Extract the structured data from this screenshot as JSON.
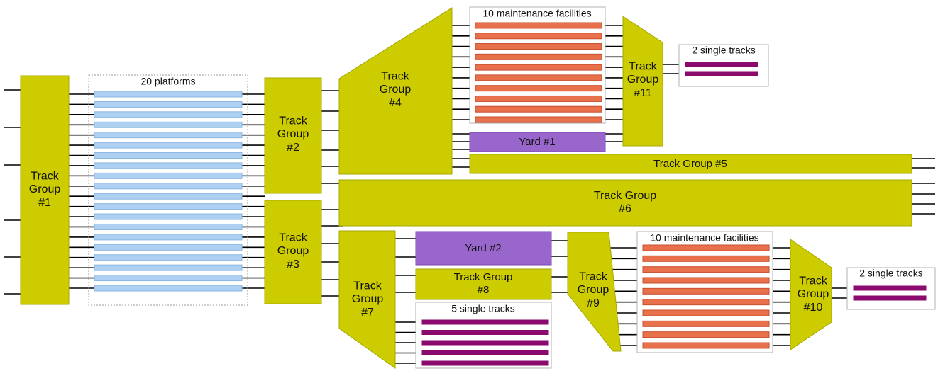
{
  "colors": {
    "track_group": "#cccc00",
    "track_group_border": "#a8a800",
    "platform": "#aed0f2",
    "platform_border": "#8bb7e2",
    "maintenance": "#e8704a",
    "maintenance_border": "#c85030",
    "yard": "#9966cc",
    "yard_border": "#7a48b0",
    "single_track": "#8a0a6e",
    "line": "#000000",
    "box_border": "#b0b0b0",
    "dotted_border": "#999999"
  },
  "track_groups": {
    "tg1": [
      "Track",
      "Group",
      "#1"
    ],
    "tg2": [
      "Track",
      "Group",
      "#2"
    ],
    "tg3": [
      "Track",
      "Group",
      "#3"
    ],
    "tg4": [
      "Track",
      "Group",
      "#4"
    ],
    "tg5": [
      "Track Group #5"
    ],
    "tg6": [
      "Track Group",
      "#6"
    ],
    "tg7": [
      "Track",
      "Group",
      "#7"
    ],
    "tg8": [
      "Track Group",
      "#8"
    ],
    "tg9": [
      "Track",
      "Group",
      "#9"
    ],
    "tg10": [
      "Track",
      "Group",
      "#10"
    ],
    "tg11": [
      "Track",
      "Group",
      "#11"
    ]
  },
  "yards": {
    "yard1": "Yard #1",
    "yard2": "Yard #2"
  },
  "boxes": {
    "platforms": {
      "label": "20 platforms",
      "count": 20
    },
    "maintenance_top": {
      "label": "10 maintenance facilities",
      "count": 10
    },
    "maintenance_bottom": {
      "label": "10 maintenance facilities",
      "count": 10
    },
    "single_tracks_top": {
      "label": "2 single tracks",
      "count": 2
    },
    "single_tracks_bottom": {
      "label": "2 single tracks",
      "count": 2
    },
    "single_tracks_mid": {
      "label": "5 single tracks",
      "count": 5
    }
  }
}
